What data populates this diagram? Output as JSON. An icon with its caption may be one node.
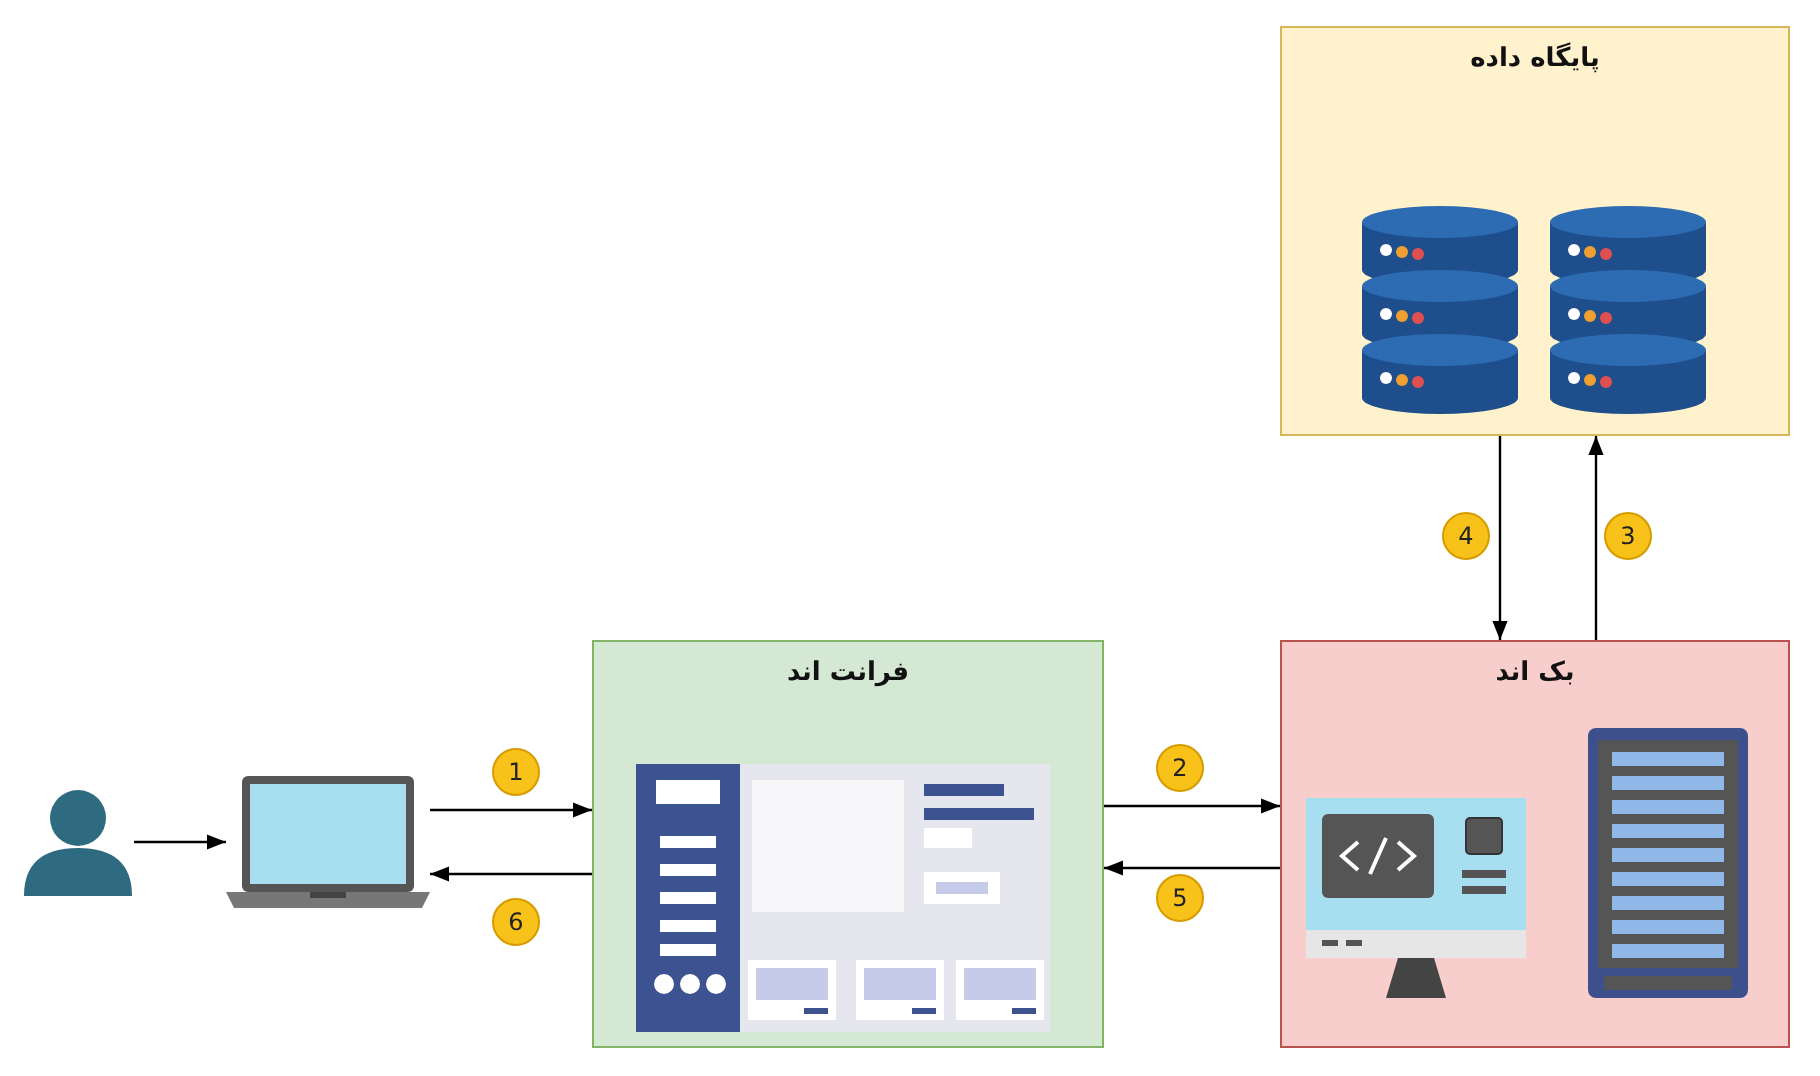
{
  "diagram": {
    "nodes": [
      {
        "text": [],
        "shape": "person"
      },
      {
        "text": [],
        "shape": "picture"
      },
      {
        "text": [
          "فرانت اند"
        ]
      },
      {
        "text": [],
        "shape": "picture",
        "in": 2
      },
      {
        "text": [
          "بک اند"
        ]
      },
      {
        "text": [
          "پایگاه داده"
        ]
      }
    ],
    "edges": [
      {
        "from": 0,
        "to": 1,
        "arrow": "to"
      },
      {
        "from": 1,
        "to": 2,
        "arrow": "to",
        "label": "1"
      },
      {
        "from": 2,
        "to": 1,
        "arrow": "to",
        "label": "6"
      },
      {
        "from": 2,
        "to": 4,
        "arrow": "to",
        "label": "2"
      },
      {
        "from": 4,
        "to": 2,
        "arrow": "to",
        "label": "5"
      },
      {
        "from": 4,
        "to": 5,
        "arrow": "to",
        "label": "3"
      },
      {
        "from": 5,
        "to": 4,
        "arrow": "to",
        "label": "4"
      }
    ]
  }
}
